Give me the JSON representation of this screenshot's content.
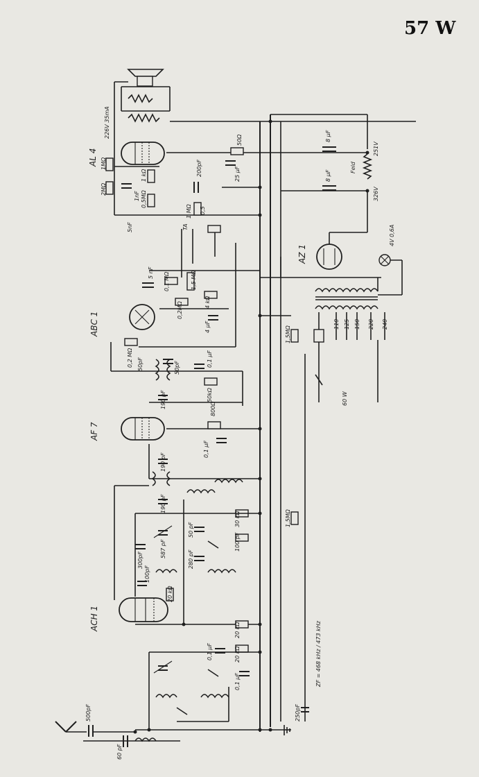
{
  "page_title": "57 W",
  "tubes": [
    "AL 4",
    "ABC 1",
    "AF 7",
    "ACH 1",
    "AZ 1"
  ],
  "labels": {
    "al4_rating": "226V 35mA",
    "r_50": "50Ω",
    "c_8uf_a": "8 µF",
    "c_8uf_b": "8 µF",
    "v_251": "251V",
    "v_326": "326V",
    "feld": "Feld",
    "lamp": "4V 0,6A",
    "c_200": "200pF",
    "c_25": "25 µF",
    "r_1m": "1MΩ",
    "r_2m": "2MΩ",
    "c_1n": "1nF",
    "r_1k": "1 kΩ",
    "r_05m": "0,5MΩ",
    "c_5n": "5nF",
    "c_05": "0,5",
    "r_1_mo": "1 MΩ",
    "ta": "TA",
    "c_5nf_abc": "5 nF",
    "r_01m": "0,1 MΩ",
    "r_15m": "1,5 MΩ",
    "r_02m": "0,2MΩ",
    "r_4k": "4 kΩ",
    "c_4uf": "4 µF",
    "r_02m_b": "0,2 MΩ",
    "c_50pf": "50pF",
    "c_50pf_b": "50pF",
    "c_01": "0,1 µF",
    "r_50k": "50kΩ",
    "c_190": "190 pF",
    "r_800": "800Ω",
    "c_01b": "0,1 µF",
    "c_190b": "190 pF",
    "c_190c": "190 pF",
    "r_15mo": "1,5MΩ",
    "r_15mo_b": "1,5MΩ",
    "r_30k": "30 kΩ",
    "c_50": "50 pF",
    "c_100": "100 pF",
    "c_300": "300pF",
    "c_587": "587 pF",
    "c_280": "280 pF",
    "c_100pf": "100pF",
    "r_20k": "20 kΩ",
    "r_20k_b": "20 kΩ",
    "r_20k_c": "20 kΩ",
    "c_01c": "0,1 µF",
    "c_01d": "0,1 µF",
    "c_500": "500pF",
    "c_60": "60 pF",
    "c_250": "250pF",
    "zf": "ZF = 468 kHz / 473 kHz",
    "mains_taps": [
      "110",
      "125",
      "150",
      "220",
      "240"
    ],
    "watt": "60 W"
  }
}
